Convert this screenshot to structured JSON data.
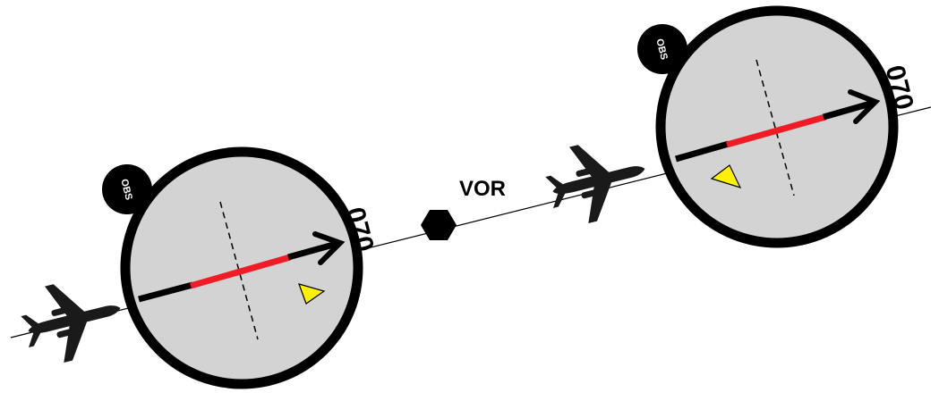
{
  "station": {
    "label": "VOR",
    "label_color": "#000000"
  },
  "instruments": [
    {
      "obs_label": "OBS",
      "course": "070",
      "to_from": "TO",
      "needle_color": "#ef1c25",
      "flag_color": "#fff200"
    },
    {
      "obs_label": "OBS",
      "course": "070",
      "to_from": "TO",
      "needle_color": "#ef1c25",
      "flag_color": "#fff200"
    }
  ],
  "colors": {
    "dial_face": "#d3d3d3",
    "dial_ring": "#000000",
    "aircraft": "#1a1a1a",
    "radial_line": "#000000"
  },
  "icons": [
    "airplane-icon",
    "vor-station-icon",
    "arrow-icon"
  ]
}
